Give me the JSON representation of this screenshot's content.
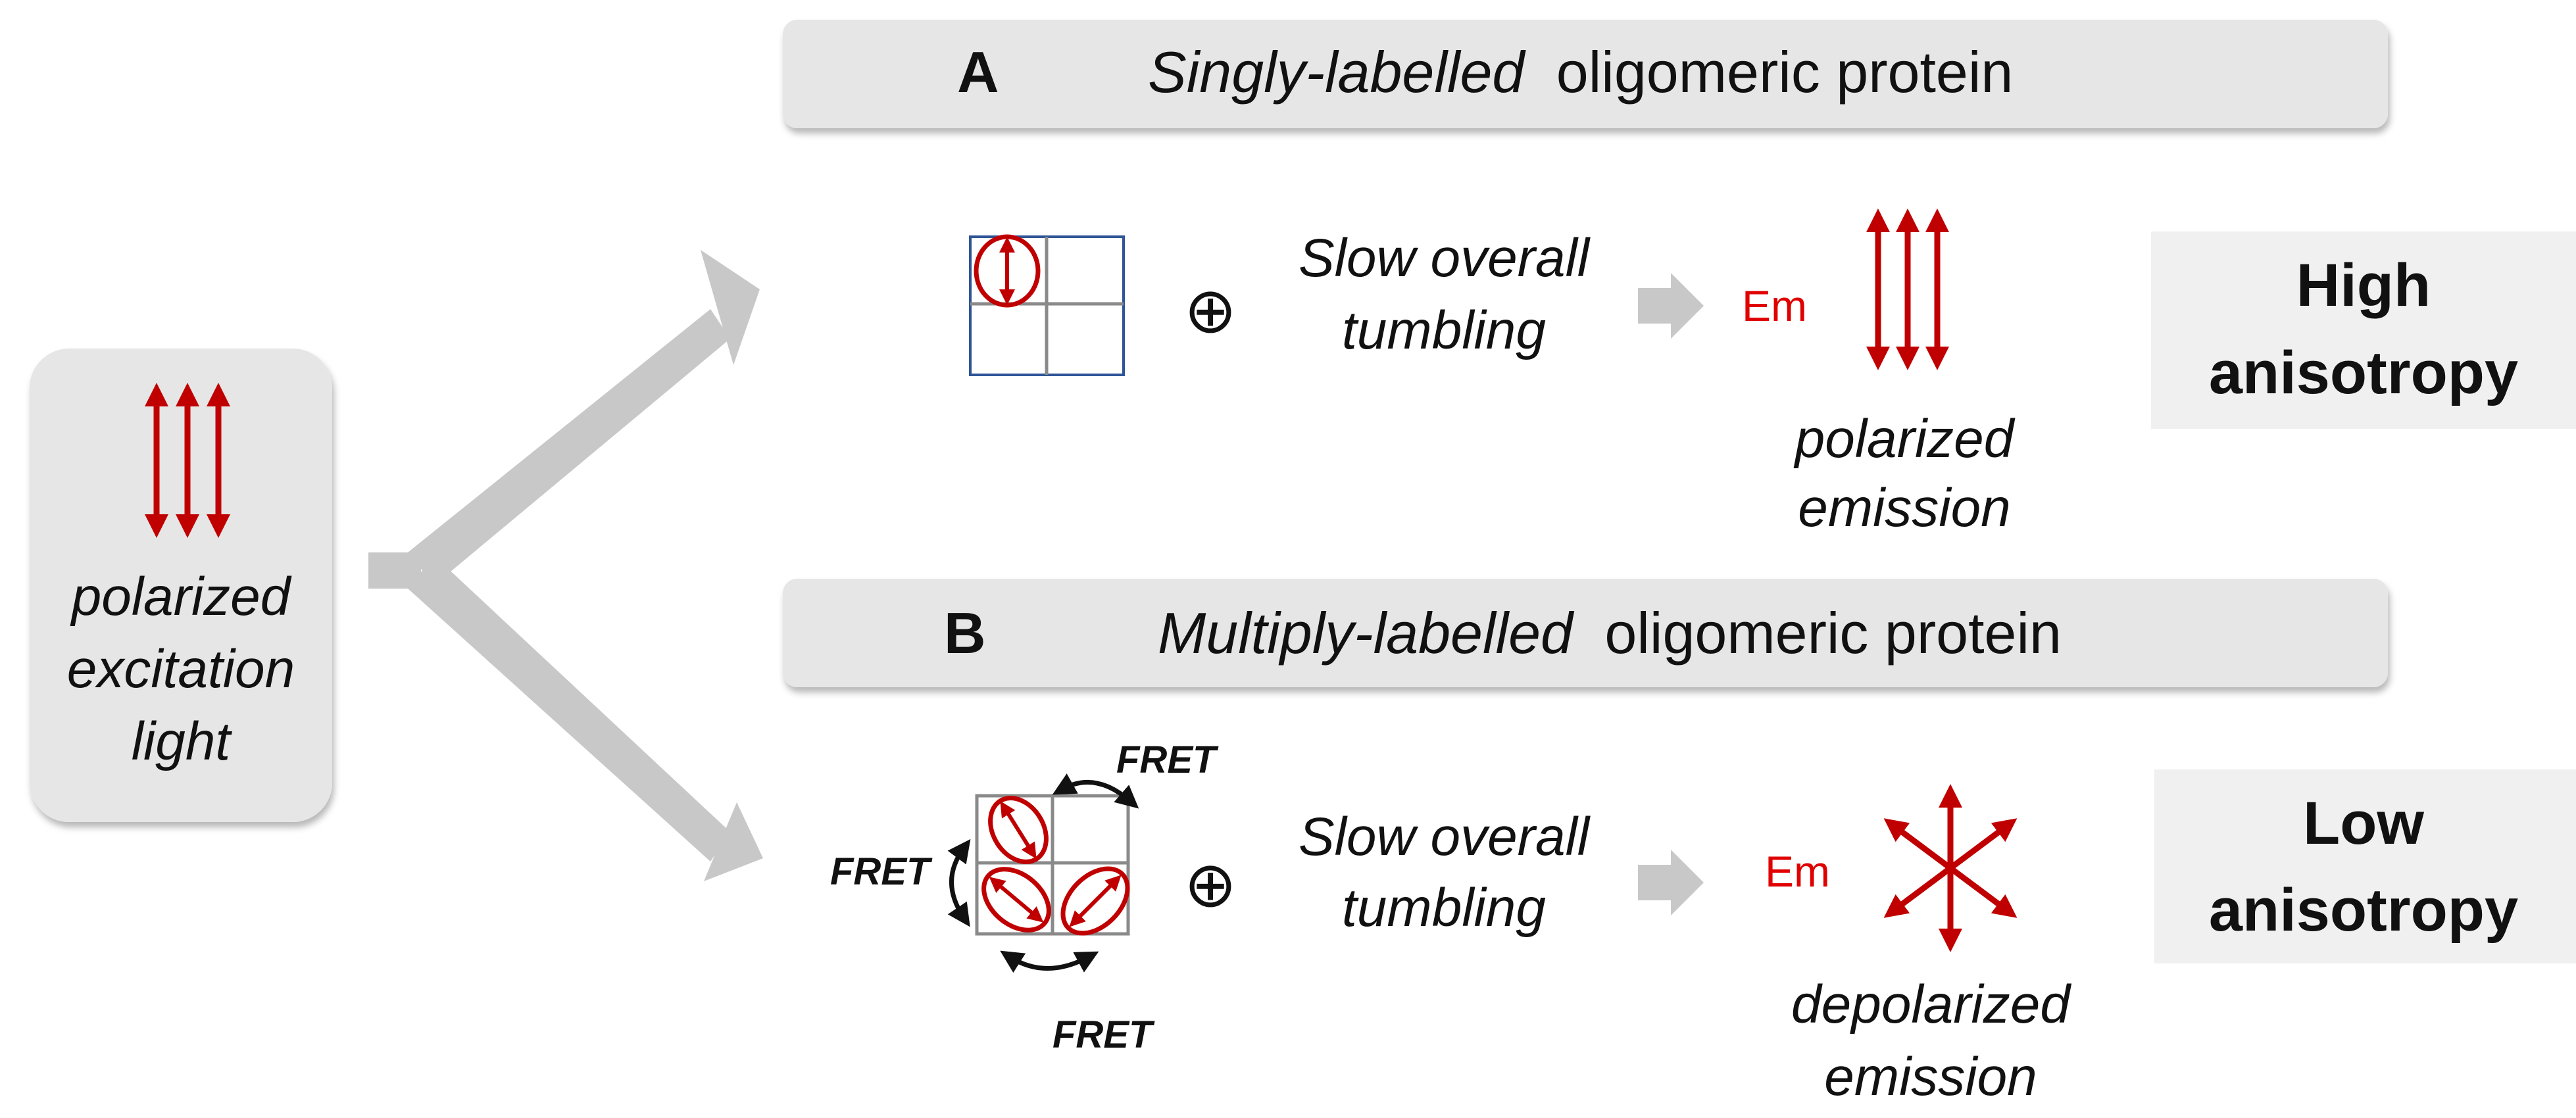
{
  "excitation": {
    "label_line1": "polarized",
    "label_line2": "excitation",
    "label_line3": "light"
  },
  "panel_a": {
    "letter": "A",
    "title_italic": "Singly-labelled",
    "title_rest": "oligomeric protein",
    "tumbling_line1": "Slow overall",
    "tumbling_line2": "tumbling",
    "em_label": "Em",
    "emission_line1": "polarized",
    "emission_line2": "emission",
    "result_line1": "High",
    "result_line2": "anisotropy"
  },
  "panel_b": {
    "letter": "B",
    "title_italic": "Multiply-labelled",
    "title_rest": "oligomeric protein",
    "fret_label": "FRET",
    "tumbling_line1": "Slow overall",
    "tumbling_line2": "tumbling",
    "em_label": "Em",
    "emission_line1": "depolarized",
    "emission_line2": "emission",
    "result_line1": "Low",
    "result_line2": "anisotropy"
  },
  "symbols": {
    "oplus": "⊕"
  },
  "colors": {
    "dipole_red": "#c00000",
    "arrow_gray": "#c8c8c8",
    "panel_gray": "#e6e6e6",
    "result_gray": "#f0f0f0",
    "grid_blue": "#2f5597",
    "grid_gray": "#8a8a8a"
  }
}
